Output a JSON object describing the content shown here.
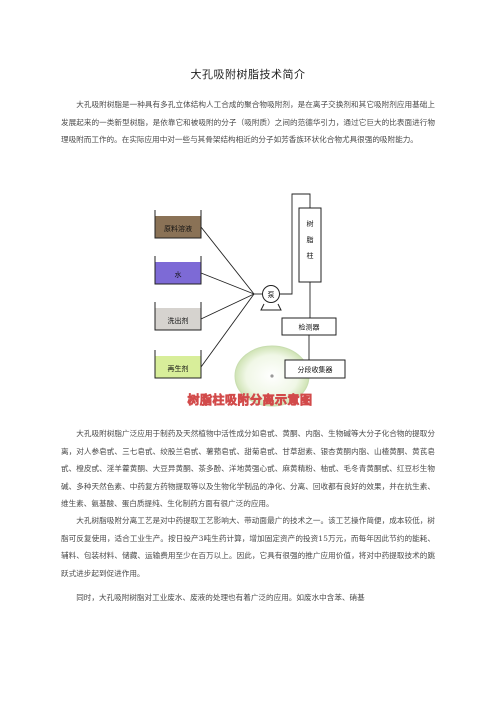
{
  "title": "大孔吸附树脂技术简介",
  "paragraphs": [
    "大孔吸附树脂是一种具有多孔立体结构人工合成的聚合物吸附剂，是在离子交换剂和其它吸附剂应用基础上发展起来的一类新型树脂，是依靠它和被吸附的分子（吸附质）之间的范德华引力，通过它巨大的比表面进行物理吸附而工作的。在实际应用中对一些与其骨架结构相近的分子如芳香族环状化合物尤具很强的吸附能力。",
    "大孔吸附树脂广泛应用于制药及天然植物中活性成分如皂甙、黄酮、内脂、生物碱等大分子化合物的提取分离，对人参皂甙、三七皂甙、绞股兰皂甙、薯蓣皂甙、甜菊皂甙、甘草甜素、银杏黄酮内脂、山楂黄酮、黄芪皂甙、橙皮甙、淫羊藿黄酮、大豆异黄酮、茶多酚、洋地黄强心甙、麻黄精粉、柚甙、毛冬青黄酮甙、红豆杉生物碱、多种天然色素、中药复方药物提取等以及生物化学制品的净化、分离、回收都有良好的效果，并在抗生素、维生素、氨基酸、蛋白质提纯、生化制药方面有很广泛的应用。",
    "大孔树脂吸附分离工艺是对中药提取工艺影响大、带动面最广的技术之一。该工艺操作简便，成本较低，树脂可反复使用，适合工业生产。按日投产3吨生药计算，增加固定资产的投资15万元，而每年因此节约的能耗、辅料、包装材料、储藏、运输费用至少在百万以上。因此，它具有很强的推广应用价值，将对中药提取技术的跳跃式进步起到促进作用。",
    "同时，大孔吸附树脂对工业废水、废液的处理也有着广泛的应用。如废水中含苯、硝基"
  ],
  "diagram": {
    "caption": "树脂柱吸附分离示意图",
    "reservoirs": [
      {
        "label": "原料溶液",
        "fill": "#8a7256"
      },
      {
        "label": "水",
        "fill": "#7d6ad6"
      },
      {
        "label": "洗出剂",
        "fill": "#d6d3cf"
      },
      {
        "label": "再生剂",
        "fill": "#d8ee9a"
      }
    ],
    "column_label": "树脂柱",
    "pump_label": "泵",
    "detector_label": "检测器",
    "collector_label": "分段收集器"
  }
}
